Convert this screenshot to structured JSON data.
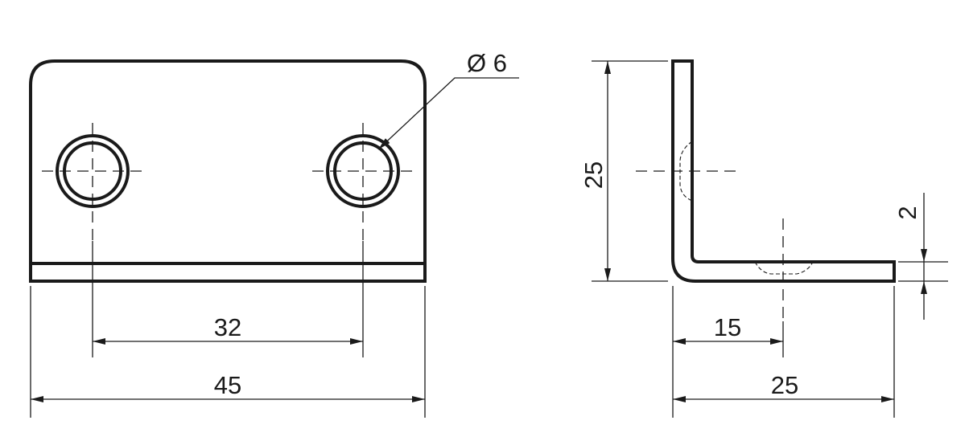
{
  "front_view": {
    "hole_diameter_label": "Ø 6",
    "hole_spacing_label": "32",
    "width_label": "45"
  },
  "side_view": {
    "height_label": "25",
    "hole_offset_label": "15",
    "leg_length_label": "25",
    "thickness_label": "2"
  }
}
